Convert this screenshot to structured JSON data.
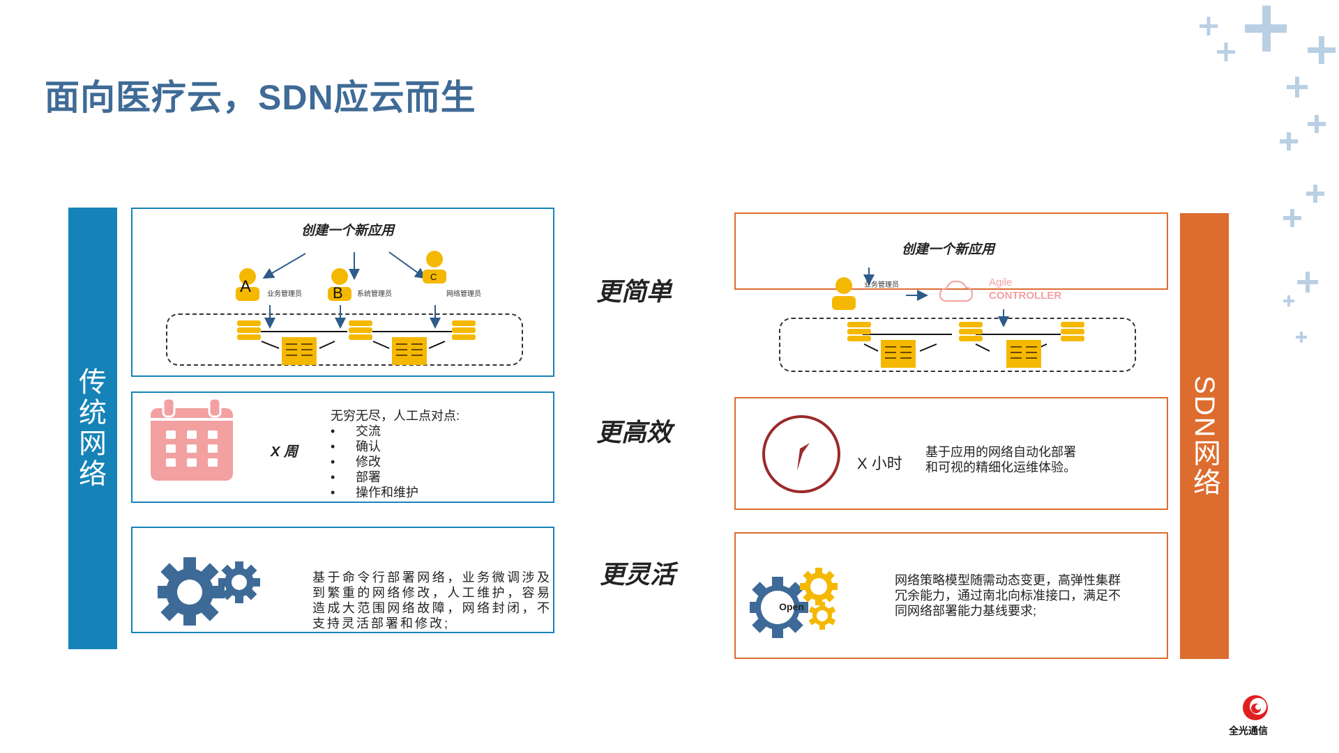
{
  "title": "面向医疗云，SDN应云而生",
  "left_bar": "传统网络",
  "right_bar": "SDN网络",
  "middle": {
    "simple": "更简单",
    "efficient": "更高效",
    "flexible": "更灵活"
  },
  "traditional": {
    "create_app": "创建一个新应用",
    "admin_a": "业务管理员",
    "admin_b": "系统管理员",
    "admin_c": "网络管理员",
    "letter_a": "A",
    "letter_b": "B",
    "letter_c": "C",
    "duration": "X 周",
    "intro": "无穷无尽，人工点对点:",
    "steps": [
      "交流",
      "确认",
      "修改",
      "部署",
      "操作和维护"
    ],
    "flex_text": "基于命令行部署网络，业务微调涉及到繁重的网络修改，人工维护，容易造成大范围网络故障，网络封闭，不支持灵活部署和修改;"
  },
  "sdn": {
    "create_app": "创建一个新应用",
    "admin": "业务管理员",
    "controller_top": "Agile",
    "controller_bottom": "CONTROLLER",
    "duration": "X 小时",
    "efficient_text": "基于应用的网络自动化部署\n和可视的精细化运维体验。",
    "open_label": "Open",
    "flex_text": "网络策略模型随需动态变更，高弹性集群冗余能力，通过南北向标准接口，满足不同网络部署能力基线要求;"
  },
  "logo_text": "全光通信",
  "colors": {
    "title": "#3f6b96",
    "blue": "#1583b8",
    "orange": "#dd6c2f",
    "gold": "#f5b800",
    "gear_blue": "#3e6a97",
    "calendar": "#f2a0a0",
    "clock": "#9b2a2a"
  },
  "icons": [
    "person-icon",
    "server-icon",
    "switch-icon",
    "calendar-icon",
    "gear-icon",
    "clock-icon",
    "cloud-icon",
    "plus-icon",
    "logo-icon"
  ]
}
